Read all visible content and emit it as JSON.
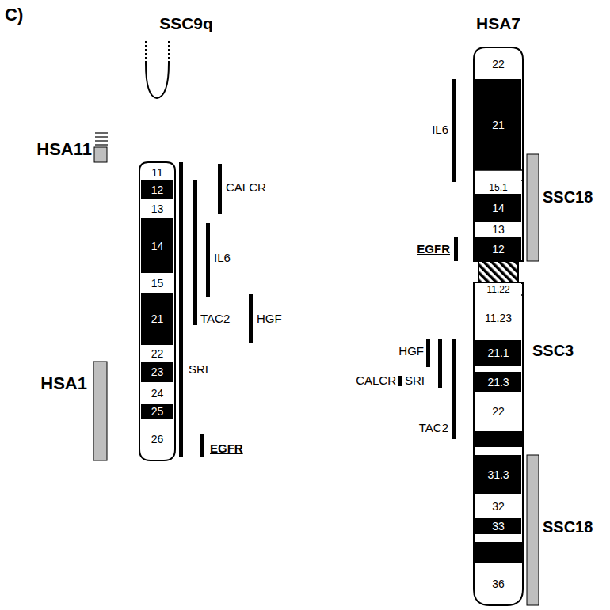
{
  "diagram": {
    "nodes": [
      {
        "text": [
          "SSC9q"
        ]
      },
      {
        "text": [
          "11"
        ],
        "in": 0
      },
      {
        "text": [
          "12"
        ],
        "in": 0
      },
      {
        "text": [
          "13"
        ],
        "in": 0
      },
      {
        "text": [
          "14"
        ],
        "in": 0
      },
      {
        "text": [
          "15"
        ],
        "in": 0
      },
      {
        "text": [
          "21"
        ],
        "in": 0
      },
      {
        "text": [
          "22"
        ],
        "in": 0
      },
      {
        "text": [
          "23"
        ],
        "in": 0
      },
      {
        "text": [
          "24"
        ],
        "in": 0
      },
      {
        "text": [
          "25"
        ],
        "in": 0
      },
      {
        "text": [
          "26"
        ],
        "in": 0
      },
      {
        "text": [
          "HSA7"
        ]
      },
      {
        "text": [
          "22"
        ],
        "in": 12
      },
      {
        "text": [
          "21"
        ],
        "in": 12
      },
      {
        "text": [
          "15.1"
        ],
        "in": 12
      },
      {
        "text": [
          "14"
        ],
        "in": 12
      },
      {
        "text": [
          "13"
        ],
        "in": 12
      },
      {
        "text": [
          "12"
        ],
        "in": 12
      },
      {
        "text": [
          "11.22"
        ],
        "in": 12
      },
      {
        "text": [
          "11.23"
        ],
        "in": 12
      },
      {
        "text": [
          "21.1"
        ],
        "in": 12
      },
      {
        "text": [
          "21.3"
        ],
        "in": 12
      },
      {
        "text": [
          "22"
        ],
        "in": 12
      },
      {
        "text": [
          "31.3"
        ],
        "in": 12
      },
      {
        "text": [
          "32"
        ],
        "in": 12
      },
      {
        "text": [
          "33"
        ],
        "in": 12
      },
      {
        "text": [
          "36"
        ],
        "in": 12
      }
    ],
    "labels": [
      "C)",
      "HSA11",
      "HSA1",
      "CALCR",
      "IL6",
      "TAC2",
      "HGF",
      "SRI",
      "EGFR",
      "IL6",
      "SSC18",
      "EGFR",
      "SSC3",
      "HGF",
      "CALCR",
      "SRI",
      "TAC2",
      "SSC18"
    ]
  }
}
